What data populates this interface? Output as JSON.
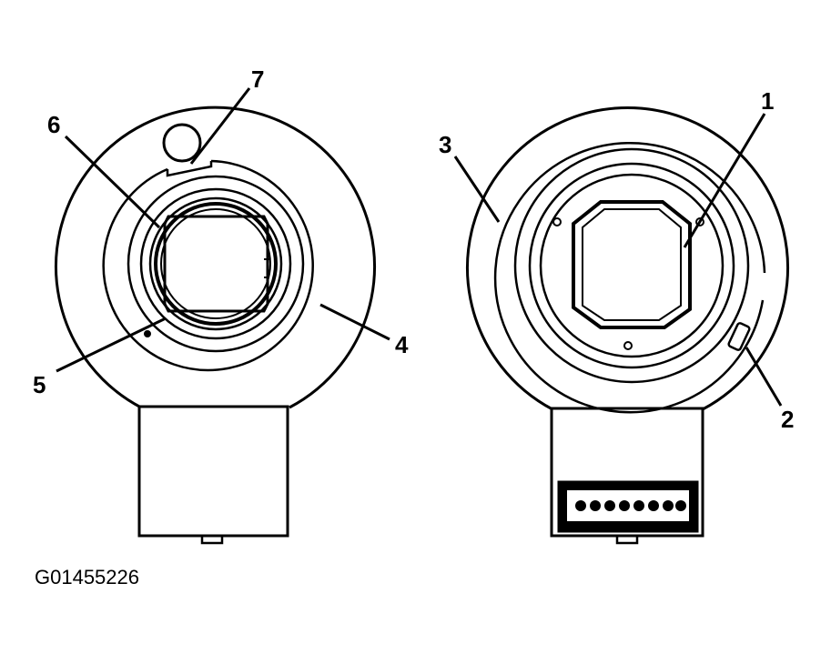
{
  "figure_id": "G01455226",
  "callouts": {
    "c1": "1",
    "c2": "2",
    "c3": "3",
    "c4": "4",
    "c5": "5",
    "c6": "6",
    "c7": "7"
  },
  "colors": {
    "ink": "#000000",
    "paper": "#ffffff"
  }
}
